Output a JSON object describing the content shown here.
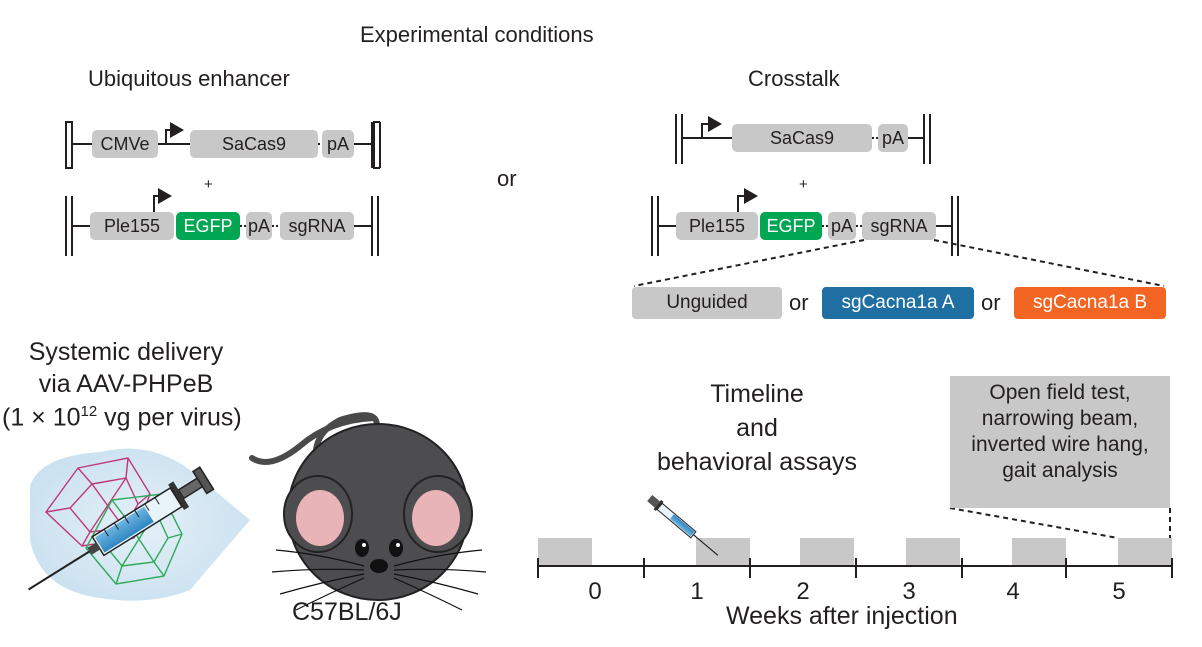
{
  "title": "Experimental conditions",
  "ubiquitous": {
    "heading": "Ubiquitous enhancer",
    "row1": [
      "CMVe",
      "SaCas9",
      "pA"
    ],
    "plus": "+",
    "row2": [
      "Ple155",
      "EGFP",
      "pA",
      "sgRNA"
    ]
  },
  "or_label": "or",
  "crosstalk": {
    "heading": "Crosstalk",
    "row1": [
      "SaCas9",
      "pA"
    ],
    "plus": "+",
    "row2": [
      "Ple155",
      "EGFP",
      "pA",
      "sgRNA"
    ]
  },
  "guides": {
    "options": [
      "Unguided",
      "sgCacna1a A",
      "sgCacna1a B"
    ],
    "or": "or",
    "colors": [
      "#c8c8c8",
      "#1f6fa3",
      "#f26522"
    ]
  },
  "delivery": {
    "line1": "Systemic delivery",
    "line2": "via  AAV-PHPeB",
    "line3_pre": "(1 × 10",
    "line3_sup": "12",
    "line3_post": " vg per virus)"
  },
  "mouse": {
    "strain": "C57BL/6J"
  },
  "timeline": {
    "title_lines": [
      "Timeline",
      "and",
      "behavioral assays"
    ],
    "ticks": [
      "0",
      "1",
      "2",
      "3",
      "4",
      "5"
    ],
    "xlabel": "Weeks after injection",
    "assays": [
      "Open field test,",
      "narrowing beam,",
      "inverted wire hang,",
      "gait analysis"
    ]
  },
  "colors": {
    "egfp": "#00a651",
    "box": "#c8c8c8",
    "line": "#231f20"
  }
}
